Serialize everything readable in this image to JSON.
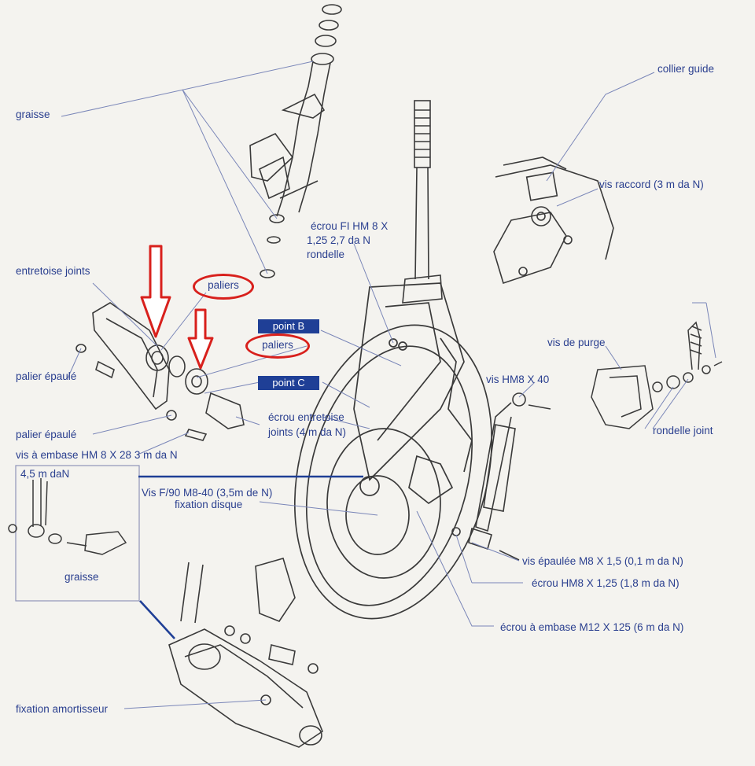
{
  "colors": {
    "label": "#2a3f8f",
    "leader": "#7a86b8",
    "box": "#1f3f96",
    "highlight": "#d8201c",
    "drawing": "#3a3a3a",
    "paper": "#f4f3ef"
  },
  "labels": {
    "graisse_top": "graisse",
    "collier_guide": "collier guide",
    "vis_raccord": "vis raccord (3 m da N)",
    "ecrou_fi_line1": "écrou FI HM 8 X",
    "ecrou_fi_line2": "1,25  2,7 da N",
    "rondelle": "rondelle",
    "entretoise_joints": "entretoise joints",
    "paliers_1": "paliers",
    "point_b": "point B",
    "paliers_2": "paliers",
    "vis_de_purge": "vis de purge",
    "palier_epaule_1": "palier épaulé",
    "point_c": "point C",
    "vis_hm8": "vis HM8 X 40",
    "ecrou_entretoise_line1": "écrou  entretoise",
    "ecrou_entretoise_line2": "joints (4 m da N)",
    "rondelle_joint": "rondelle joint",
    "palier_epaule_2": "palier épaulé",
    "vis_embase": "vis à embase HM  8  X  28  3 m da N",
    "torque_45": "4,5 m daN",
    "vis_f90": "Vis F/90 M8-40  (3,5m de N)",
    "fixation_disque": "fixation disque",
    "graisse_inset": "graisse",
    "vis_epaulee": "vis épaulée M8 X 1,5  (0,1 m da N)",
    "ecrou_hm8": "écrou HM8  X  1,25  (1,8 m da N)",
    "ecrou_embase": "écrou à embase M12 X 125 (6 m da N)",
    "fixation_amortisseur": "fixation amortisseur"
  }
}
